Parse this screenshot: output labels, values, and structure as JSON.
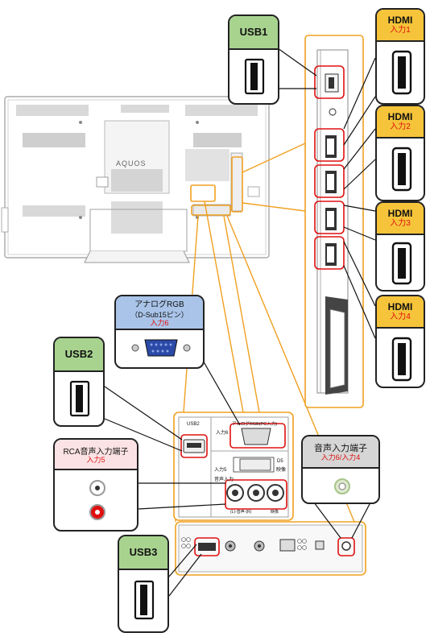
{
  "tv": {
    "logo": "AQUOS"
  },
  "cards": {
    "usb1": {
      "title": "USB1"
    },
    "hdmi1": {
      "title": "HDMI",
      "sub": "入力1"
    },
    "hdmi2": {
      "title": "HDMI",
      "sub": "入力2"
    },
    "hdmi3": {
      "title": "HDMI",
      "sub": "入力3"
    },
    "hdmi4": {
      "title": "HDMI",
      "sub": "入力4"
    },
    "analog_rgb": {
      "title": "アナログRGB",
      "subtitle": "（D-Sub15ピン）",
      "sub": "入力6"
    },
    "usb2": {
      "title": "USB2"
    },
    "rca": {
      "title": "RCA音声入力端子",
      "sub": "入力5"
    },
    "audio_in": {
      "title": "音声入力端子",
      "sub": "入力6/入力4"
    },
    "usb3": {
      "title": "USB3"
    }
  },
  "panel": {
    "usb2": "USB2",
    "input6": "入力6",
    "analog_pc": "アナログRGB(PC入力)",
    "input5": "入力5",
    "audio": "音声入力",
    "d5_line1": "D5",
    "d5_line2": "映像",
    "rl": "(L)-音声-(R)",
    "video": "映像"
  },
  "colors": {
    "accent_orange": "#f0a020",
    "highlight_red": "#e01010",
    "usb_green": "#a8d38f",
    "hdmi_yellow": "#f6c43a",
    "rgb_blue": "#a9c4e8"
  }
}
